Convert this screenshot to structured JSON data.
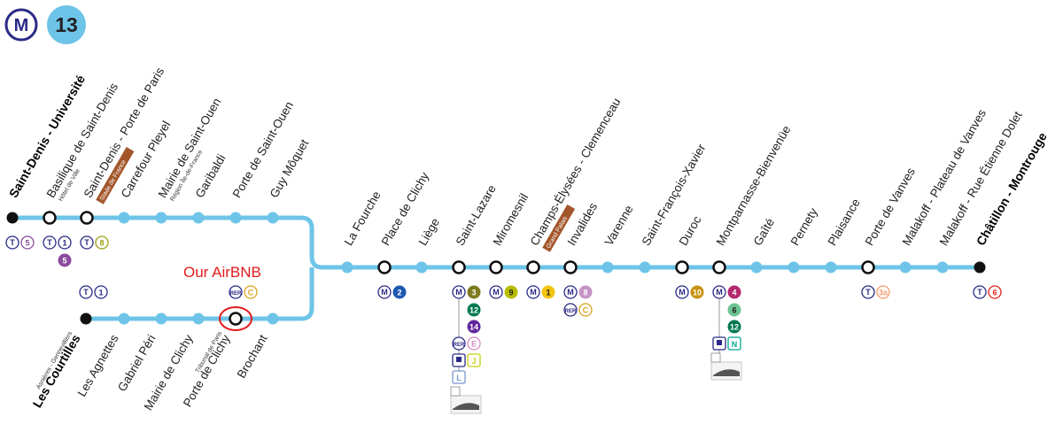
{
  "header": {
    "metro_letter": "M",
    "line_number": "13"
  },
  "annotation": {
    "text": "Our AirBNB"
  },
  "colors": {
    "line": "#6ec4e8",
    "metro_blue": "#2a2a86",
    "annotation_red": "#e21b1b",
    "label_brown": "#a3552a",
    "dark_text": "#222222"
  },
  "branch_saint_denis": [
    {
      "name": "Saint-Denis - Université",
      "terminus": true,
      "badges": [
        [
          "T",
          "5"
        ]
      ]
    },
    {
      "name": "Basilique de Saint-Denis",
      "sub": "Hôtel de Ville",
      "badges": [
        [
          "T",
          "1"
        ]
      ],
      "badges_below": [
        [
          "T",
          "5"
        ]
      ]
    },
    {
      "name": "Saint-Denis - Porte de Paris",
      "tag": "Stade de France",
      "badges": [
        [
          "T",
          "8"
        ]
      ]
    },
    {
      "name": "Carrefour Pleyel"
    },
    {
      "name": "Mairie de Saint-Ouen",
      "sub": "Région Île-de-France"
    },
    {
      "name": "Garibaldi"
    },
    {
      "name": "Porte de Saint-Ouen"
    },
    {
      "name": "Guy Môquet"
    }
  ],
  "branch_asnieres": [
    {
      "name": "Les Courtilles",
      "sub": "Asnières - Gennevilliers",
      "terminus": true,
      "badges_above": [
        [
          "T",
          "1"
        ]
      ]
    },
    {
      "name": "Les Agnettes"
    },
    {
      "name": "Gabriel Péri"
    },
    {
      "name": "Mairie de Clichy"
    },
    {
      "name": "Porte de Clichy",
      "sub": "Tribunal de Paris",
      "badges_above": [
        [
          "RER",
          "C"
        ]
      ],
      "highlight": true
    },
    {
      "name": "Brochant"
    }
  ],
  "trunk": [
    {
      "name": "La Fourche"
    },
    {
      "name": "Place de Clichy",
      "corr": [
        [
          "M",
          "2"
        ]
      ]
    },
    {
      "name": "Liège"
    },
    {
      "name": "Saint-Lazare",
      "corr": [
        [
          "M",
          "3"
        ]
      ],
      "corr_stack": [
        "12",
        "14"
      ],
      "rer": [
        [
          "RER",
          "E"
        ],
        [
          "TRAIN",
          "J"
        ],
        [
          "",
          "L"
        ]
      ],
      "train_icon": true
    },
    {
      "name": "Miromesnil",
      "corr": [
        [
          "M",
          "9"
        ]
      ]
    },
    {
      "name": "Champs-Élysées - Clemenceau",
      "tag": "Grand Palais",
      "corr": [
        [
          "M",
          "1"
        ]
      ]
    },
    {
      "name": "Invalides",
      "corr": [
        [
          "M",
          "8"
        ]
      ],
      "rer": [
        [
          "RER",
          "C"
        ]
      ]
    },
    {
      "name": "Varenne"
    },
    {
      "name": "Saint-François-Xavier"
    },
    {
      "name": "Duroc",
      "corr": [
        [
          "M",
          "10"
        ]
      ]
    },
    {
      "name": "Montparnasse-Bienvenüe",
      "corr": [
        [
          "M",
          "4"
        ]
      ],
      "corr_stack": [
        "6",
        "12"
      ],
      "rer": [
        [
          "TRAIN",
          "N"
        ]
      ],
      "train_icon": true
    },
    {
      "name": "Gaîté"
    },
    {
      "name": "Pernety"
    },
    {
      "name": "Plaisance"
    },
    {
      "name": "Porte de Vanves",
      "corr": [
        [
          "T",
          "3a"
        ]
      ]
    },
    {
      "name": "Malakoff - Plateau de Vanves"
    },
    {
      "name": "Malakoff - Rue Étienne Dolet"
    },
    {
      "name": "Châtillon - Montrouge",
      "terminus": true,
      "corr": [
        [
          "T",
          "6"
        ]
      ]
    }
  ]
}
